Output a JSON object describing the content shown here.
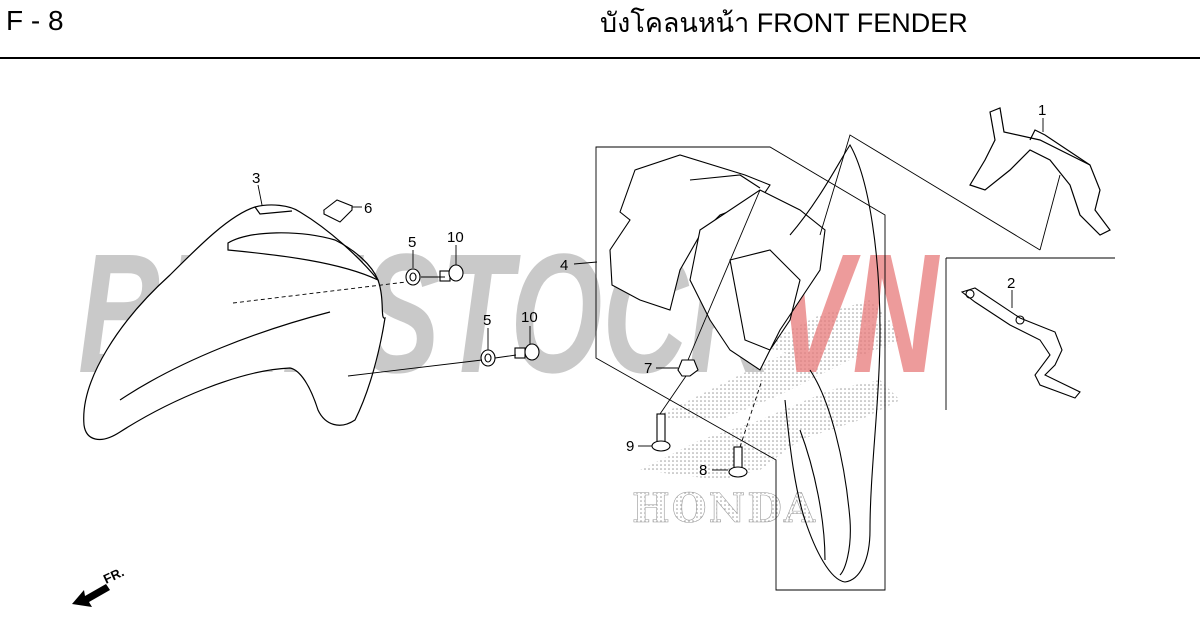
{
  "header": {
    "code": "F - 8",
    "title": "บังโคลนหน้า  FRONT FENDER"
  },
  "watermark": {
    "part_a": "BIKESTOCK",
    "part_b": "VN",
    "color_a": "#b8b8b8",
    "color_b": "#e87a7a"
  },
  "honda_mark": {
    "text": "HONDA"
  },
  "direction": {
    "label": "FR.",
    "icon": "front-direction-arrow-icon"
  },
  "callouts": [
    "1",
    "2",
    "3",
    "4",
    "5",
    "5",
    "6",
    "7",
    "8",
    "9",
    "10",
    "10"
  ]
}
